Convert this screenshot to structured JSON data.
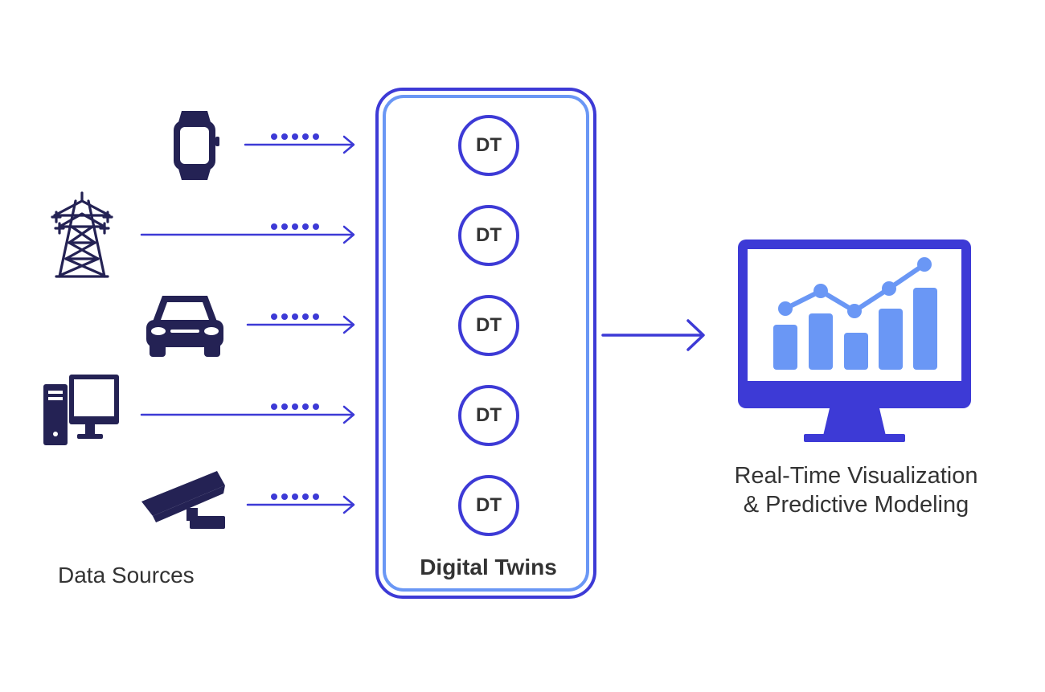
{
  "colors": {
    "primary": "#3d3ad6",
    "light_blue": "#6a97f5",
    "icon_dark": "#242254",
    "text": "#333333"
  },
  "data_sources": {
    "caption": "Data Sources",
    "icons": [
      "smartwatch-icon",
      "power-tower-icon",
      "car-icon",
      "desktop-computer-icon",
      "security-camera-icon"
    ]
  },
  "digital_twins": {
    "title": "Digital Twins",
    "nodes": [
      "DT",
      "DT",
      "DT",
      "DT",
      "DT"
    ]
  },
  "output": {
    "caption_line1": "Real-Time Visualization",
    "caption_line2": "& Predictive Modeling",
    "icon": "monitor-chart-icon"
  }
}
